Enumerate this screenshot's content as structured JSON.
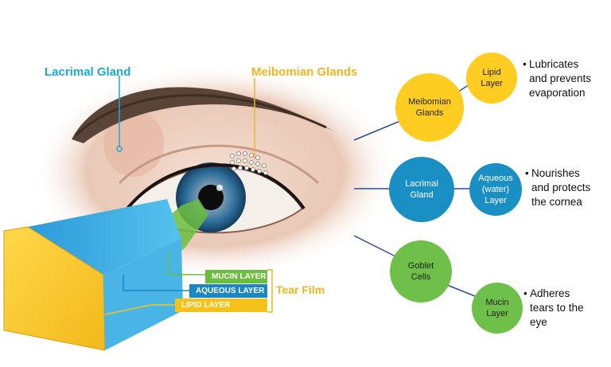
{
  "labels": {
    "lacrimal_gland": "Lacrimal Gland",
    "meibomian_glands": "Meibomian Glands",
    "tear_film": "Tear Film",
    "mucin_layer": "MUCIN LAYER",
    "aqueous_layer": "AQUEOUS LAYER",
    "lipid_layer": "LIPID LAYER"
  },
  "nodes": {
    "meibomian": [
      "Meibomian",
      "Glands"
    ],
    "lipid": [
      "Lipid",
      "Layer"
    ],
    "lacrimal": [
      "Lacrimal",
      "Gland"
    ],
    "aqueous": [
      "Aqueous",
      "(water)",
      "Layer"
    ],
    "goblet": [
      "Goblet",
      "Cells"
    ],
    "mucin": [
      "Mucin",
      "Layer"
    ]
  },
  "bullets": {
    "lipid": [
      "Lubricates",
      "and prevents",
      "evaporation"
    ],
    "aqueous": [
      "Nourishes",
      "and protects",
      "the cornea"
    ],
    "mucin": [
      "Adheres",
      "tears to the",
      "eye"
    ]
  },
  "colors": {
    "lipid": "#ffcc22",
    "aqueous": "#1a8fc4",
    "mucin": "#6ec04a",
    "label_blue": "#1ba9d8",
    "label_gold": "#f2b51f"
  }
}
